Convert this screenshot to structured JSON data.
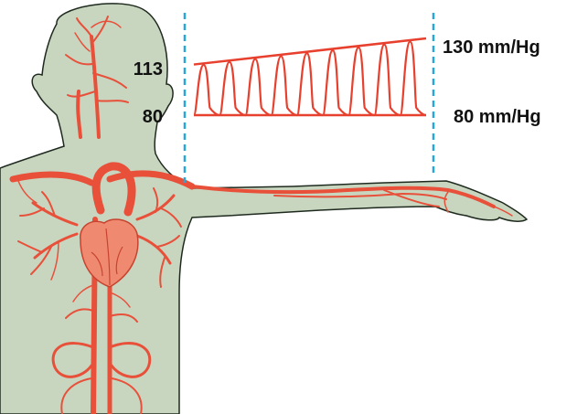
{
  "labels": {
    "proximal_systolic": "113",
    "proximal_diastolic": "80",
    "distal_systolic": "130 mm/Hg",
    "distal_diastolic": "80 mm/Hg"
  },
  "colors": {
    "body_fill": "#c8d6c0",
    "body_stroke": "#1f2a1f",
    "vessel": "#e8503a",
    "heart": "#ef8a70",
    "heart_stroke": "#c8432f",
    "pressure_trace": "#e8402e",
    "marker_line": "#29a6d9",
    "text": "#111111"
  },
  "pressure_wave": {
    "beats": 9,
    "diastolic_mmHg": 80,
    "proximal_systolic_mmHg": 113,
    "distal_systolic_mmHg": 130
  }
}
